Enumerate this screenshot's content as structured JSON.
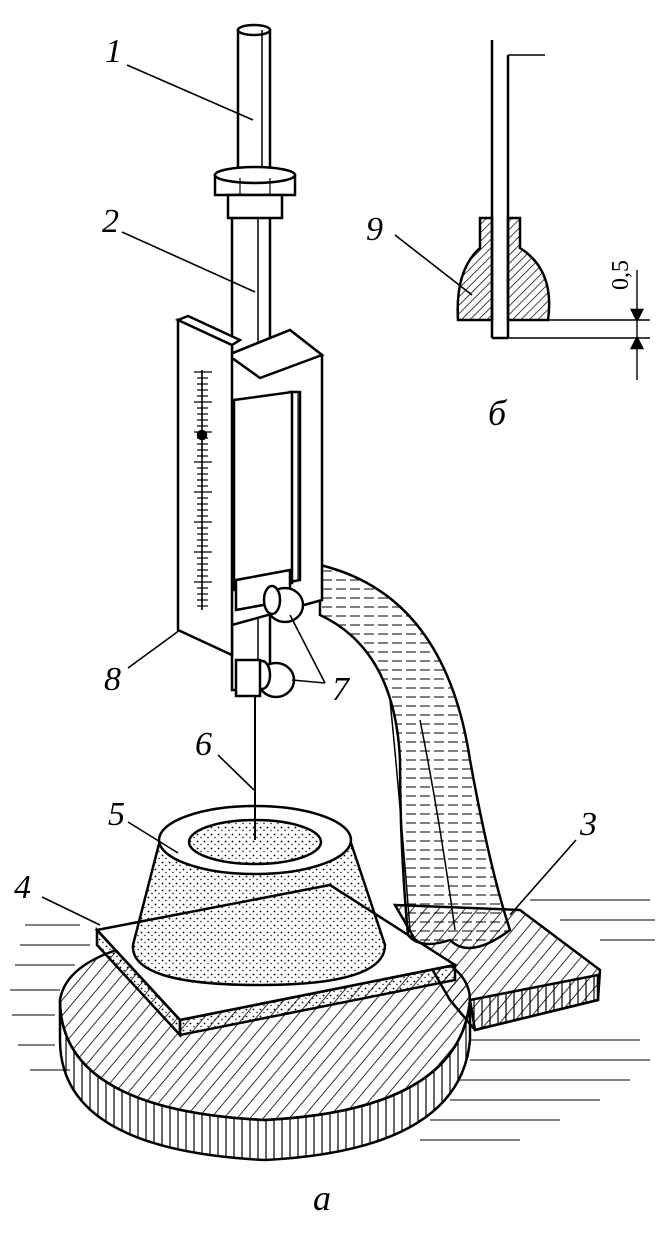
{
  "labels": {
    "l1": "1",
    "l2": "2",
    "l3": "3",
    "l4": "4",
    "l5": "5",
    "l6": "6",
    "l7": "7",
    "l8": "8",
    "l9": "9"
  },
  "captions": {
    "a": "а",
    "b": "б"
  },
  "dimension": "0,5",
  "colors": {
    "ink": "#000000",
    "paper": "#ffffff"
  }
}
